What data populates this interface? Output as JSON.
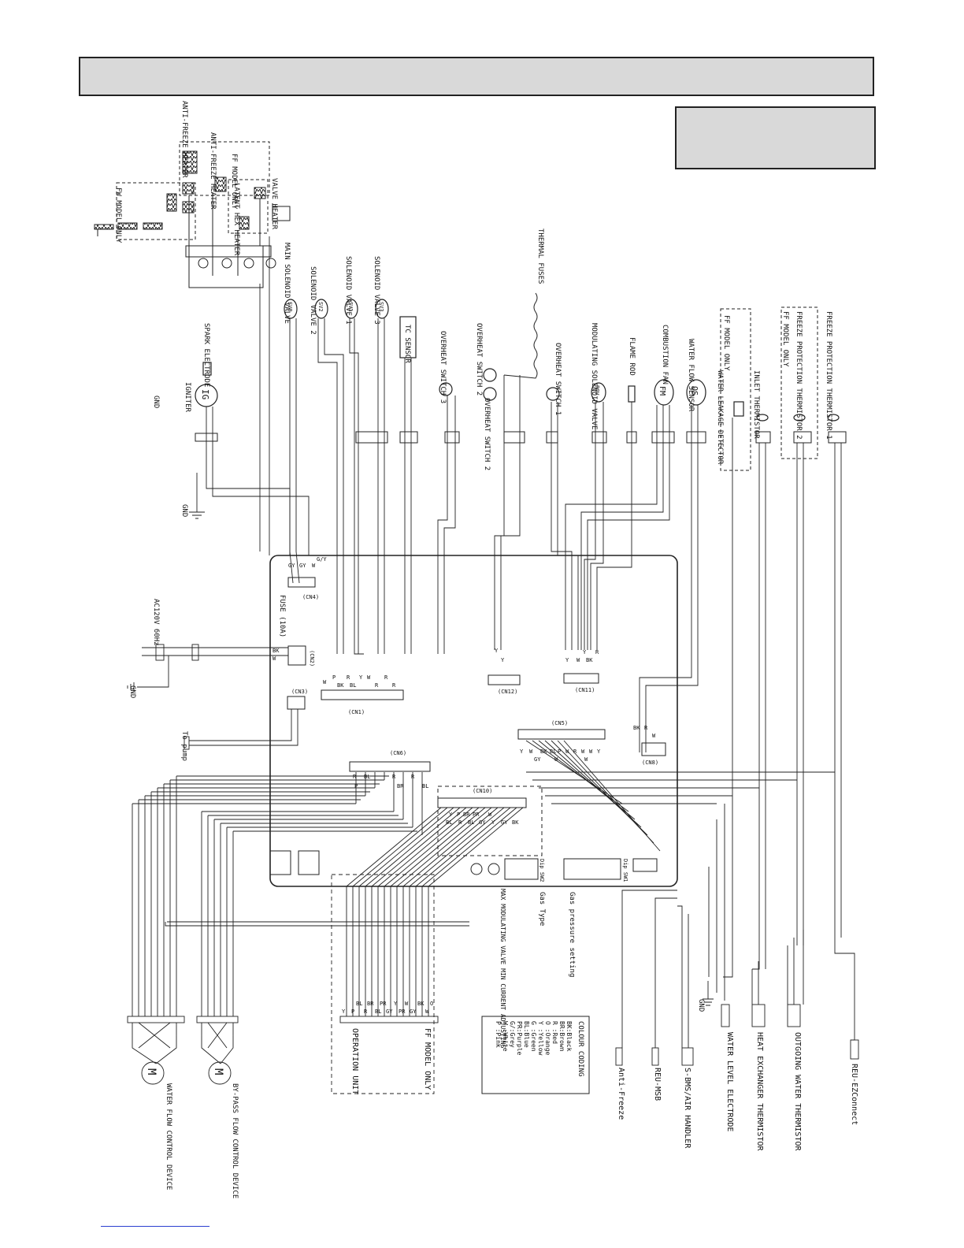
{
  "labels": {
    "anti_freeze_heater_1": "ANTI-FREEZE HEATER",
    "anti_freeze_heater_2": "ANTI-FREEZE HEATER",
    "ff_model_only_top": "FF MODEL ONLY",
    "fw_model_only": "FW MODEL ONLY",
    "latent_hex_heater": "LATENT HEX HEATER",
    "valve_heater": "VALVE HEATER",
    "main_solenoid_valve": "MAIN SOLENOID VALVE",
    "solenoid_valve_2": "SOLENOID VALVE 2",
    "solenoid_valve_1": "SOLENOID VALVE 1",
    "solenoid_valve_3": "SOLENOID VALVE 3",
    "tc_sensor": "TC SENSOR",
    "overheat_switch_3": "OVERHEAT SWITCH 3",
    "overheat_switch_2a": "OVERHEAT SWITCH 2",
    "overheat_switch_2b": "OVERHEAT SWITCH 2",
    "thermal_fuses": "THERMAL FUSES",
    "overheat_switch_1": "OVERHEAT SWITCH 1",
    "modulating_solenoid_valve": "MODULATING SOLENOID VALVE",
    "flame_rod": "FLAME ROD",
    "combustion_fan": "COMBUSTION FAN",
    "water_flow_sensor": "WATER FLOW SENSOR",
    "ff_model_only_leak": "FF MODEL ONLY",
    "water_leakage_detector": "WATER LEAKAGE DETECTOR",
    "inlet_thermistor": "INLET THERMISTOR",
    "ff_model_only_freeze": "FF MODEL ONLY",
    "freeze_protection_thermistor_2": "FREEZE PROTECTION THERMISTOR 2",
    "freeze_protection_thermistor_1": "FREEZE PROTECTION THERMISTOR 1",
    "spark_electrode": "SPARK ELECTRODE",
    "igniter": "IGNITER",
    "gnd_1": "GND",
    "gnd_2": "GND",
    "gnd_3": "GND",
    "gnd_4": "GND",
    "ac_supply": "AC120V 60Hz",
    "fuse": "FUSE (10A)",
    "to_pump": "To pump",
    "gas_pressure_setting": "Gas pressure setting",
    "gas_type": "Gas Type",
    "modulating_valve_current": "MAX MODULATING VALVE MIN CURRENT ADJUSTING",
    "operation_unit": "OPERATION UNIT",
    "ff_model_only_op": "FF MODEL ONLY",
    "anti_freeze": "Anti-Freeze",
    "reu_msb": "REU-MSB",
    "s_bms_air_handler": "S-BMS/AIR HANDLER",
    "water_level_electrode": "WATER LEVEL ELECTRODE",
    "heat_exchanger_thermistor": "HEAT EXCHANGER THERMISTOR",
    "outgoing_water_thermistor": "OUTGOING WATER THERMISTOR",
    "reu_ezconnect": "REU-EZConnect",
    "water_flow_control_device": "WATER FLOW CONTROL DEVICE",
    "bypass_flow_control_device": "BY-PASS FLOW CONTROL DEVICE",
    "dip_sw1": "Dip SW1",
    "dip_sw2": "Dip SW2"
  },
  "connectors": {
    "cn1": "(CN1)",
    "cn2": "(CN2)",
    "cn3": "(CN3)",
    "cn4": "(CN4)",
    "cn5": "(CN5)",
    "cn6": "(CN6)",
    "cn8": "(CN8)",
    "cn10": "(CN10)",
    "cn11": "(CN11)",
    "cn12": "(CN12)"
  },
  "components": {
    "ig": "IG",
    "fm": "FM",
    "qs": "QS",
    "pov": "POV",
    "sv0": "SV0",
    "sv1": "SV1",
    "sv2": "SV2",
    "sv3": "SV3",
    "m1": "M",
    "m2": "M"
  },
  "colour_coding": {
    "title": "COLOUR CODING",
    "entries": [
      "BK:Black",
      "BR:Brown",
      "R :Red",
      "O :Orange",
      "Y :Yellow",
      "G :Green",
      "BL:Blue",
      "PR:Purple",
      "G/:Grey",
      "W :White",
      "P :Pink"
    ]
  },
  "wire_codes": {
    "cn6": [
      "R",
      "P",
      "BL",
      "R",
      "BR",
      "R",
      "BL"
    ],
    "cn10": [
      "Y",
      "P",
      "BR",
      "PR",
      "W",
      "BK",
      "BL",
      "R",
      "BL",
      "GY",
      "Y",
      "GY"
    ],
    "op_unit": [
      "Y",
      "P",
      "BL",
      "R",
      "BR",
      "BL",
      "PR",
      "GY",
      "Y",
      "PR",
      "W",
      "GY",
      "BK",
      "W",
      "O"
    ],
    "cn5": [
      "Y",
      "W",
      "BK",
      "BL",
      "P",
      "W",
      "R",
      "W",
      "W",
      "Y"
    ],
    "cn5_b": [
      "GY",
      "W",
      "W"
    ],
    "cn1": [
      "W",
      "P",
      "BK",
      "R",
      "BL",
      "Y",
      "W",
      "R",
      "R",
      "R"
    ],
    "cn4": [
      "GY",
      "GY",
      "W",
      "G/Y"
    ],
    "cn2": [
      "BK",
      "W"
    ],
    "cn11": [
      "Y",
      "W",
      "Y",
      "BK",
      "R"
    ],
    "cn12": [
      "Y",
      "Y"
    ],
    "cn8": [
      "BK",
      "R",
      "W"
    ]
  }
}
